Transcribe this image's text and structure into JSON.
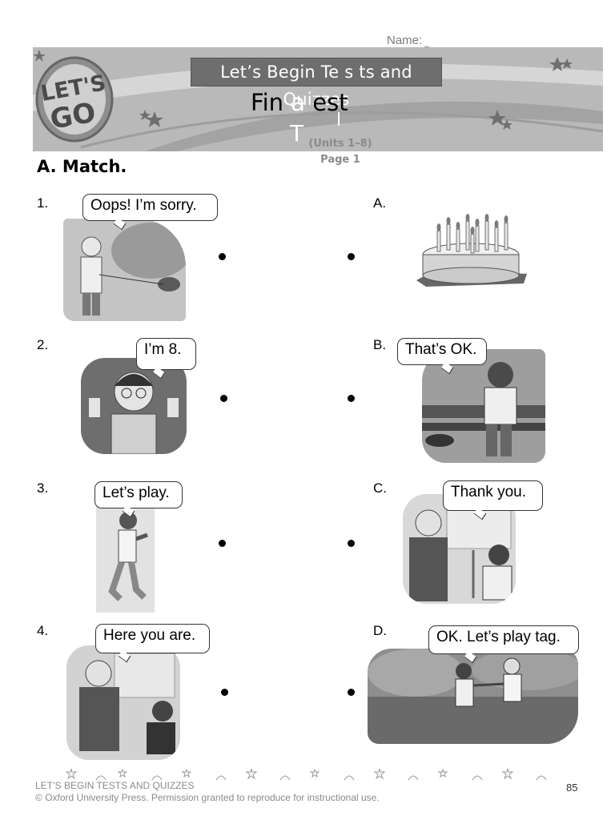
{
  "header": {
    "name_label": "Name:",
    "series_title": "Let’s Begin Te s ts and Quizzes",
    "test_title_part1": "Fin",
    "test_title_gap1": "a",
    "test_title_part2": "est",
    "test_title_gap2_t": "T",
    "test_title_gap2_l": "l",
    "units": "(Units 1–8)",
    "page": "Page 1"
  },
  "section": {
    "title": "A. Match."
  },
  "left_items": [
    {
      "number": "1.",
      "speech": "Oops! I’m sorry."
    },
    {
      "number": "2.",
      "speech": "I’m 8."
    },
    {
      "number": "3.",
      "speech": "Let’s play."
    },
    {
      "number": "4.",
      "speech": "Here you are."
    }
  ],
  "right_items": [
    {
      "letter": "A.",
      "speech": ""
    },
    {
      "letter": "B.",
      "speech": "That’s OK."
    },
    {
      "letter": "C.",
      "speech": "Thank you."
    },
    {
      "letter": "D.",
      "speech": "OK. Let’s play tag."
    }
  ],
  "footer": {
    "book": "LET’S BEGIN TESTS AND QUIZZES",
    "copyright": "© Oxford University Press. Permission granted to reproduce for instructional use.",
    "page_number": "85"
  },
  "logo_text": "LET'S GO",
  "colors": {
    "banner": "#b9b9b9",
    "series_bg": "#6e6e6e",
    "muted_text": "#8a8a8a"
  }
}
